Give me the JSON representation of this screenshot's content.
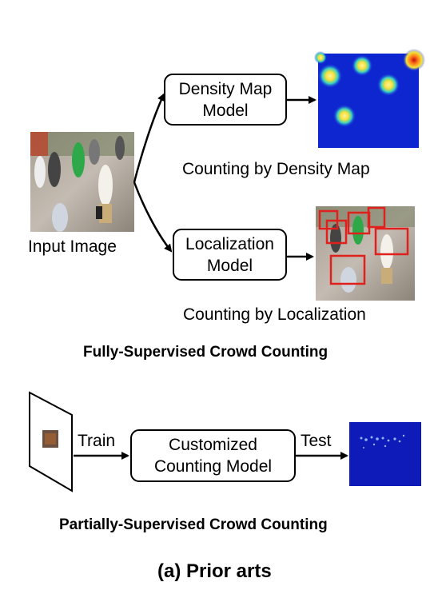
{
  "fully": {
    "input_label": "Input Image",
    "density_box": [
      "Density Map",
      "Model"
    ],
    "density_caption": "Counting by Density Map",
    "loc_box": [
      "Localization",
      "Model"
    ],
    "loc_caption": "Counting by Localization",
    "section_title": "Fully-Supervised Crowd Counting"
  },
  "partial": {
    "train_label": "Train",
    "model_box": [
      "Customized",
      "Counting Model"
    ],
    "test_label": "Test",
    "section_title": "Partially-Supervised Crowd Counting"
  },
  "caption": "(a) Prior arts",
  "colors": {
    "detection_box": "#e0201c",
    "density_bg": "#0a1ec8",
    "hot": "#ffe84a"
  }
}
